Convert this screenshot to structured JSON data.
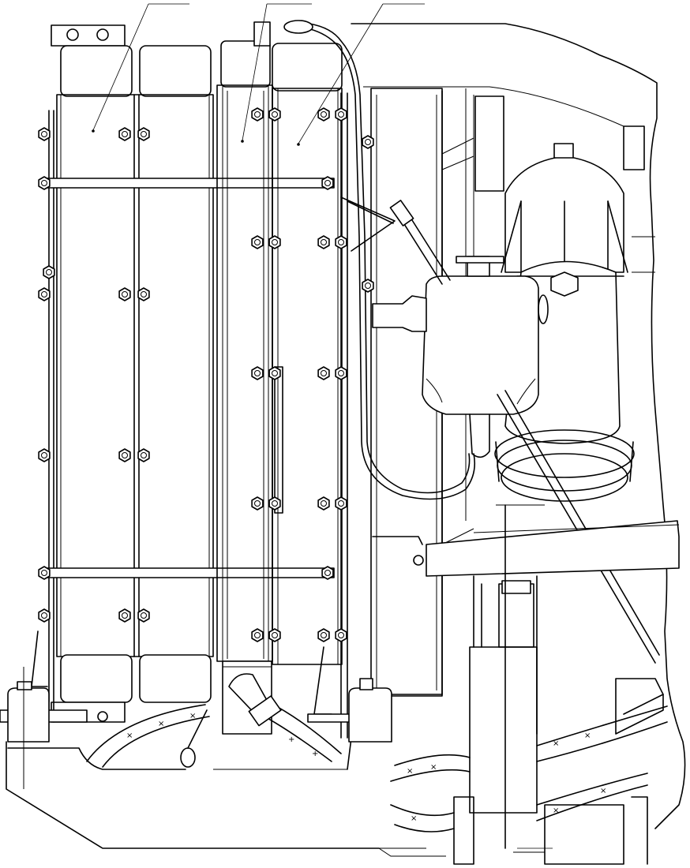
{
  "drawing": {
    "title": "",
    "callouts": [
      {
        "id": "callout-1",
        "label": ""
      },
      {
        "id": "callout-2",
        "label": ""
      },
      {
        "id": "callout-3",
        "label": ""
      }
    ],
    "hose_marks": [
      "×",
      "+"
    ]
  }
}
